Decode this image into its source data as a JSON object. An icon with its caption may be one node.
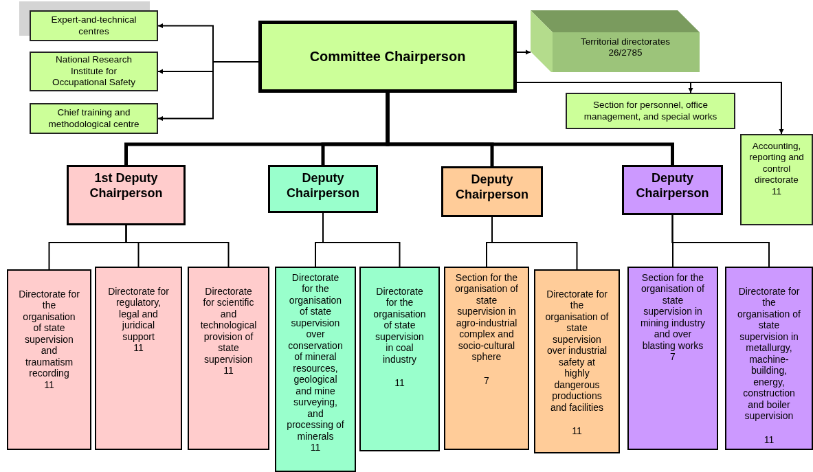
{
  "diagram": {
    "nodes": [
      {
        "text": [
          "Committee Chairperson"
        ]
      },
      {
        "text": [
          "Expert-and-technical centres"
        ]
      },
      {
        "text": [
          "National Research Institute for Occupational Safety"
        ]
      },
      {
        "text": [
          "Chief training and methodological centre"
        ]
      },
      {
        "text": [
          "Territorial directorates 26/2785"
        ]
      },
      {
        "text": [
          "Section for personnel, office management, and special works"
        ]
      },
      {
        "text": [
          "Accounting, reporting and control directorate",
          "11"
        ]
      },
      {
        "text": [
          "1st Deputy Chairperson"
        ]
      },
      {
        "text": [
          "Deputy Chairperson"
        ]
      },
      {
        "text": [
          "Deputy Chairperson"
        ]
      },
      {
        "text": [
          "Deputy Chairperson"
        ]
      },
      {
        "text": [
          "Directorate for the organisation of state supervision and traumatism recording",
          "11"
        ]
      },
      {
        "text": [
          "Directorate for regulatory, legal and juridical support",
          "11"
        ]
      },
      {
        "text": [
          "Directorate for scientific and technological provision of state supervision",
          "11"
        ]
      },
      {
        "text": [
          "Directorate for the organisation of state supervision over conservation of mineral resources, geological and mine surveying, and processing of minerals",
          "11"
        ]
      },
      {
        "text": [
          "Directorate for the organisation of state supervision in coal industry",
          "11"
        ]
      },
      {
        "text": [
          "Section for the organisation of state supervision in agro-industrial complex and socio-cultural sphere",
          "7"
        ]
      },
      {
        "text": [
          "Directorate for the organisation of state supervision over industrial safety at highly dangerous productions and facilities",
          "11"
        ]
      },
      {
        "text": [
          "Section for the organisation of state supervision in mining industry and over blasting works",
          "7"
        ]
      },
      {
        "text": [
          "Directorate for the organisation of state supervision in metallurgy, machine-building, energy, construction and boiler supervision",
          "11"
        ]
      }
    ],
    "edges": [
      {
        "from": 0,
        "to": 1,
        "arrow": "to"
      },
      {
        "from": 0,
        "to": 2,
        "arrow": "to"
      },
      {
        "from": 0,
        "to": 3,
        "arrow": "to"
      },
      {
        "from": 0,
        "to": 4,
        "arrow": "to"
      },
      {
        "from": 0,
        "to": 5,
        "arrow": "to"
      },
      {
        "from": 0,
        "to": 6,
        "arrow": "to"
      },
      {
        "from": 0,
        "to": 7,
        "arrow": "none",
        "style": "thick"
      },
      {
        "from": 0,
        "to": 8,
        "arrow": "none",
        "style": "thick"
      },
      {
        "from": 0,
        "to": 9,
        "arrow": "none",
        "style": "thick"
      },
      {
        "from": 0,
        "to": 10,
        "arrow": "none",
        "style": "thick"
      },
      {
        "from": 7,
        "to": 11,
        "arrow": "none"
      },
      {
        "from": 7,
        "to": 12,
        "arrow": "none"
      },
      {
        "from": 7,
        "to": 13,
        "arrow": "none"
      },
      {
        "from": 8,
        "to": 14,
        "arrow": "none"
      },
      {
        "from": 8,
        "to": 15,
        "arrow": "none"
      },
      {
        "from": 9,
        "to": 16,
        "arrow": "none"
      },
      {
        "from": 9,
        "to": 17,
        "arrow": "none"
      },
      {
        "from": 10,
        "to": 18,
        "arrow": "none"
      },
      {
        "from": 10,
        "to": 19,
        "arrow": "none"
      }
    ]
  }
}
